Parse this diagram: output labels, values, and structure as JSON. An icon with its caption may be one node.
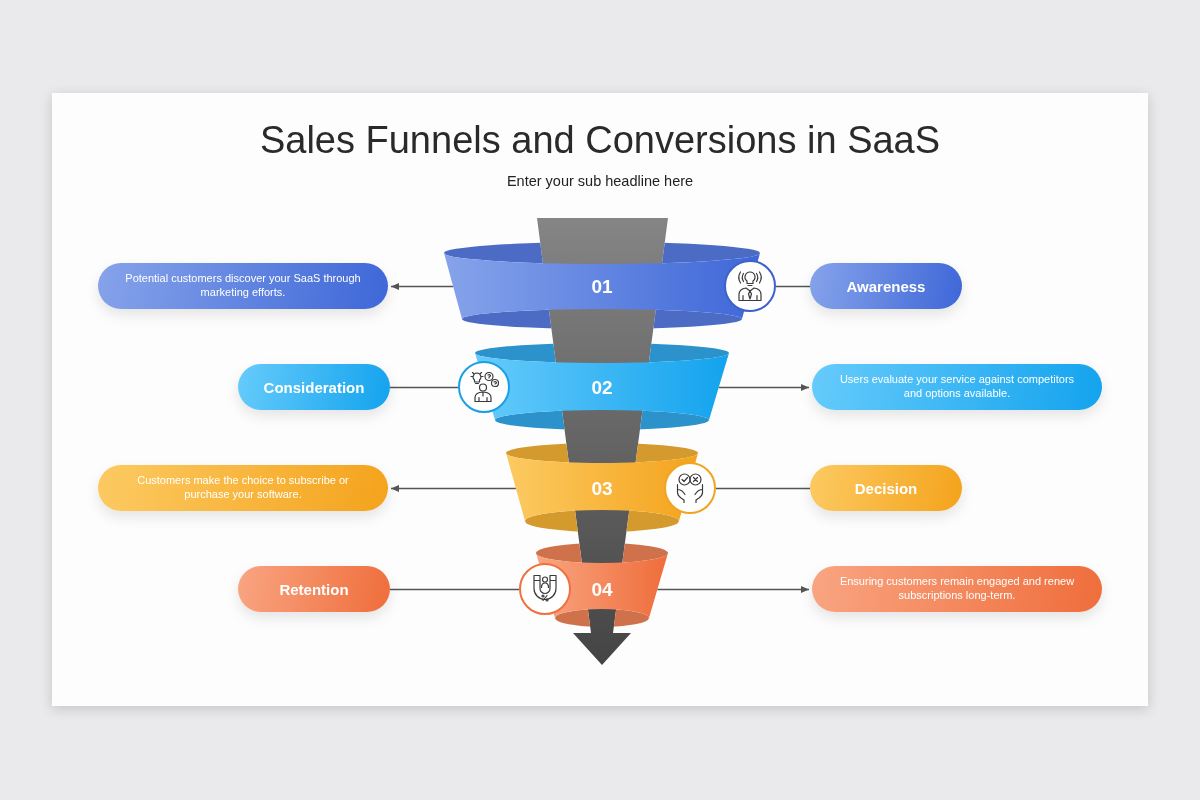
{
  "diagram": {
    "title": "Sales Funnels and Conversions in SaaS",
    "nodes": [
      {
        "text": [
          "Potential customers discover your SaaS through marketing efforts."
        ]
      },
      {
        "text": [
          "01"
        ]
      },
      {
        "text": [],
        "shape": "circle"
      },
      {
        "text": [
          "Awareness"
        ]
      },
      {
        "text": [
          "Consideration"
        ]
      },
      {
        "text": [],
        "shape": "circle"
      },
      {
        "text": [
          "02"
        ]
      },
      {
        "text": [
          "Users evaluate your service against competitors and options available."
        ]
      },
      {
        "text": [
          "Customers make the choice to subscribe or purchase your software."
        ]
      },
      {
        "text": [
          "03"
        ]
      },
      {
        "text": [],
        "shape": "circle"
      },
      {
        "text": [
          "Decision"
        ]
      },
      {
        "text": [
          "Retention"
        ]
      },
      {
        "text": [],
        "shape": "circle"
      },
      {
        "text": [
          "04"
        ]
      },
      {
        "text": [
          "Ensuring customers remain engaged and renew subscriptions long-term."
        ]
      }
    ],
    "edges": [
      {
        "from": 1,
        "to": 0,
        "arrow": "to"
      },
      {
        "from": 2,
        "to": 3,
        "arrow": "none"
      },
      {
        "from": 5,
        "to": 4,
        "arrow": "none"
      },
      {
        "from": 6,
        "to": 7,
        "arrow": "to"
      },
      {
        "from": 9,
        "to": 8,
        "arrow": "to"
      },
      {
        "from": 10,
        "to": 11,
        "arrow": "none"
      },
      {
        "from": 13,
        "to": 12,
        "arrow": "none"
      },
      {
        "from": 14,
        "to": 15,
        "arrow": "to"
      }
    ],
    "labels": [
      "Enter your sub headline here"
    ]
  }
}
